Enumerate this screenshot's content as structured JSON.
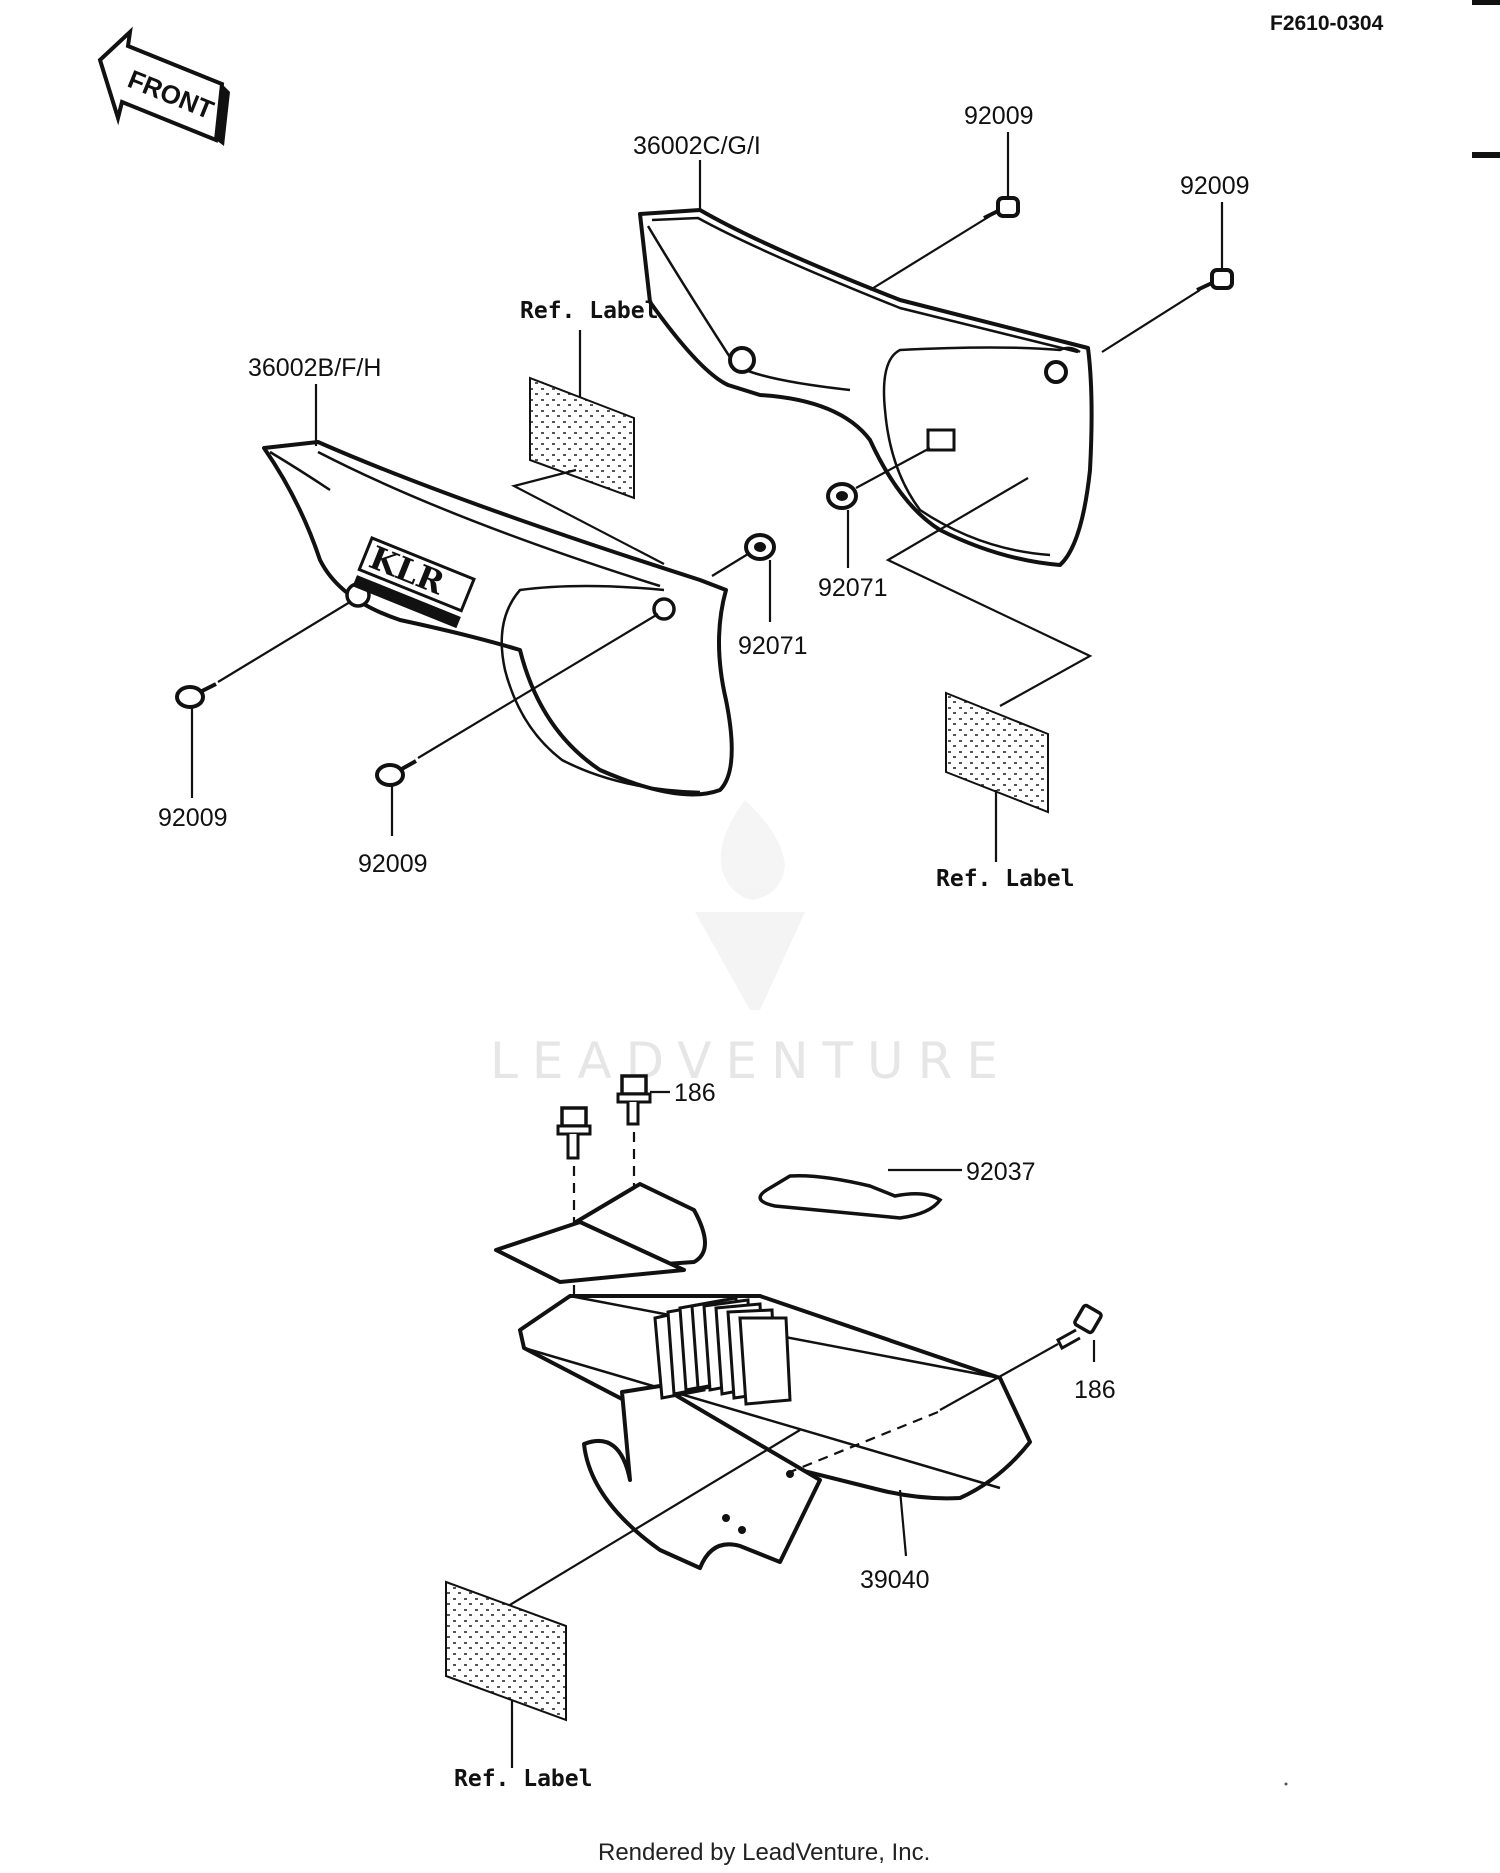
{
  "figure_code": "F2610-0304",
  "front_arrow": "FRONT",
  "emblem_text": "KLR",
  "watermark": "LEADVENTURE",
  "footer": "Rendered by LeadVenture, Inc.",
  "callouts": {
    "cover_right": "36002C/G/I",
    "cover_left": "36002B/F/H",
    "bolt_top_1": "92009",
    "bolt_top_2": "92009",
    "bolt_left_1": "92009",
    "bolt_left_2": "92009",
    "grommet_left": "92071",
    "grommet_right": "92071",
    "ref_label_top": "Ref. Label",
    "ref_label_right": "Ref. Label",
    "ref_label_bottom": "Ref. Label",
    "bolt_186_top": "186",
    "bolt_186_right": "186",
    "band": "92037",
    "guard": "39040"
  }
}
